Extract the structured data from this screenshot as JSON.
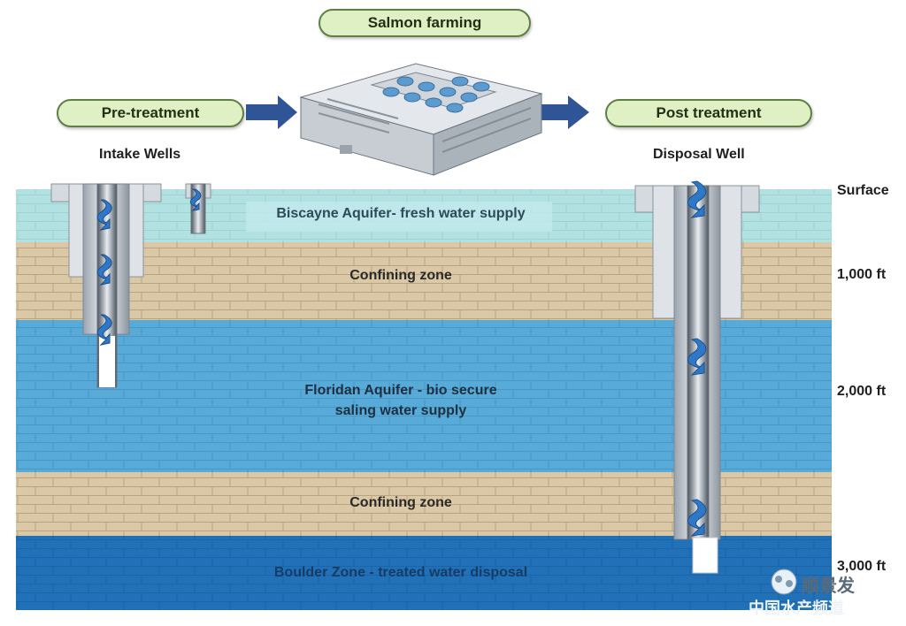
{
  "stages": {
    "pretreatment": "Pre-treatment",
    "salmon_farming": "Salmon farming",
    "post_treatment": "Post treatment"
  },
  "wells": {
    "intake": "Intake Wells",
    "disposal": "Disposal Well"
  },
  "layers": [
    {
      "id": "biscayne",
      "label": "Biscayne Aquifer- fresh water supply",
      "color": "#aee0e0"
    },
    {
      "id": "confining1",
      "label": "Confining zone",
      "color": "#d9c7a4"
    },
    {
      "id": "floridan",
      "label_line1": "Floridan Aquifer - bio secure",
      "label_line2": "saling water supply",
      "color": "#52a8d6"
    },
    {
      "id": "confining2",
      "label": "Confining zone",
      "color": "#d9c7a4"
    },
    {
      "id": "boulder",
      "label": "Boulder Zone - treated water disposal",
      "color": "#1f6fb5"
    }
  ],
  "depths": {
    "surface": "Surface",
    "d1000": "1,000 ft",
    "d2000": "2,000 ft",
    "d3000": "3,000 ft"
  },
  "watermark": {
    "line1": "顺景发",
    "line2": "中国水产频道"
  },
  "colors": {
    "arrow": "#2f5597",
    "flow_icon": "#2e78c8",
    "pill_fill": "#dff0c4",
    "pill_border": "#5f7f45"
  }
}
